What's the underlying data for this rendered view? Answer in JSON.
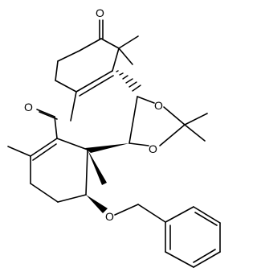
{
  "structure": {
    "atom_labels": {
      "o_ketone": "O",
      "o_aldehyde": "O",
      "o_dioxolane_top": "O",
      "o_dioxolane_bottom": "O",
      "o_ether": "O"
    }
  },
  "colors": {
    "bond": "#000000",
    "background": "#ffffff"
  }
}
